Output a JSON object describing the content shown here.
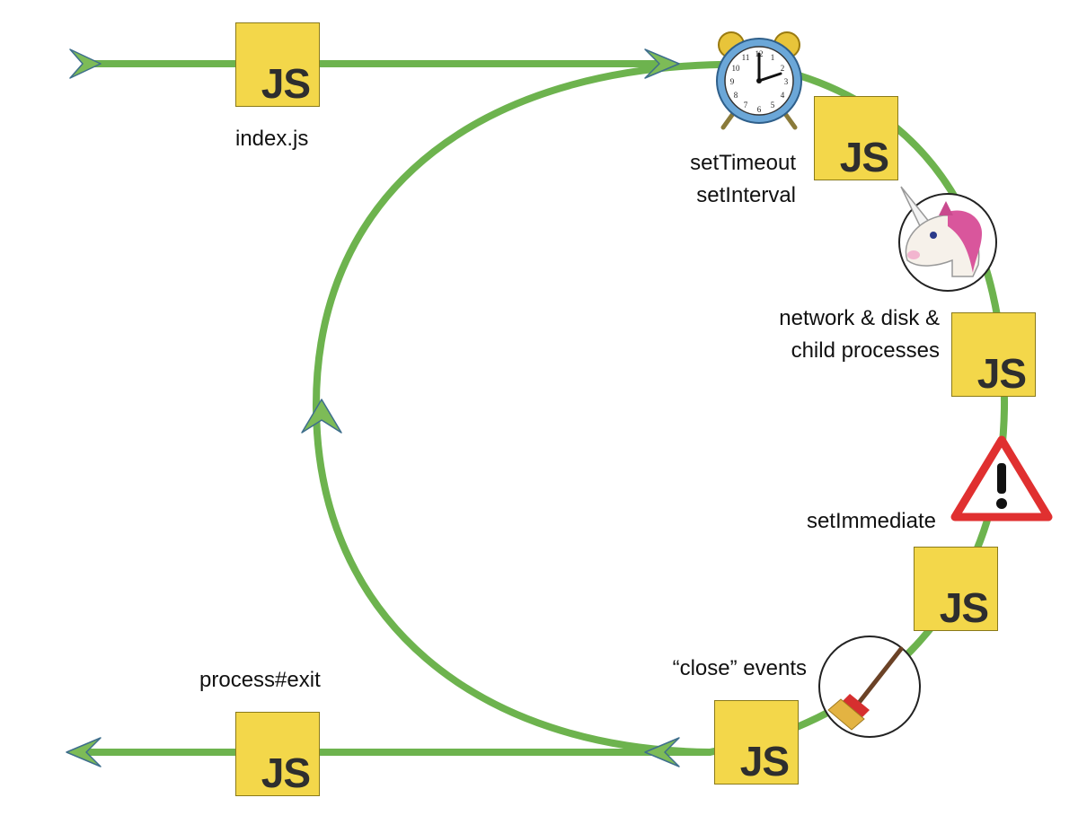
{
  "colors": {
    "loop": "#6DB34E",
    "arrow_fill": "#7DBB57",
    "arrow_stroke": "#3E6E8C",
    "js_box": "#F3D74A",
    "js_text": "#2e2e2e",
    "warning_red": "#E03030"
  },
  "icons": [
    "alarm-clock-icon",
    "unicorn-icon",
    "warning-icon",
    "broom-icon",
    "chevron-arrow-icon"
  ],
  "js_label": "JS",
  "labels": {
    "entry": "index.js",
    "timers_line1": "setTimeout",
    "timers_line2": "setInterval",
    "io_line1": "network & disk &",
    "io_line2": "child processes",
    "immediate": "setImmediate",
    "close": "“close” events",
    "exit": "process#exit"
  }
}
